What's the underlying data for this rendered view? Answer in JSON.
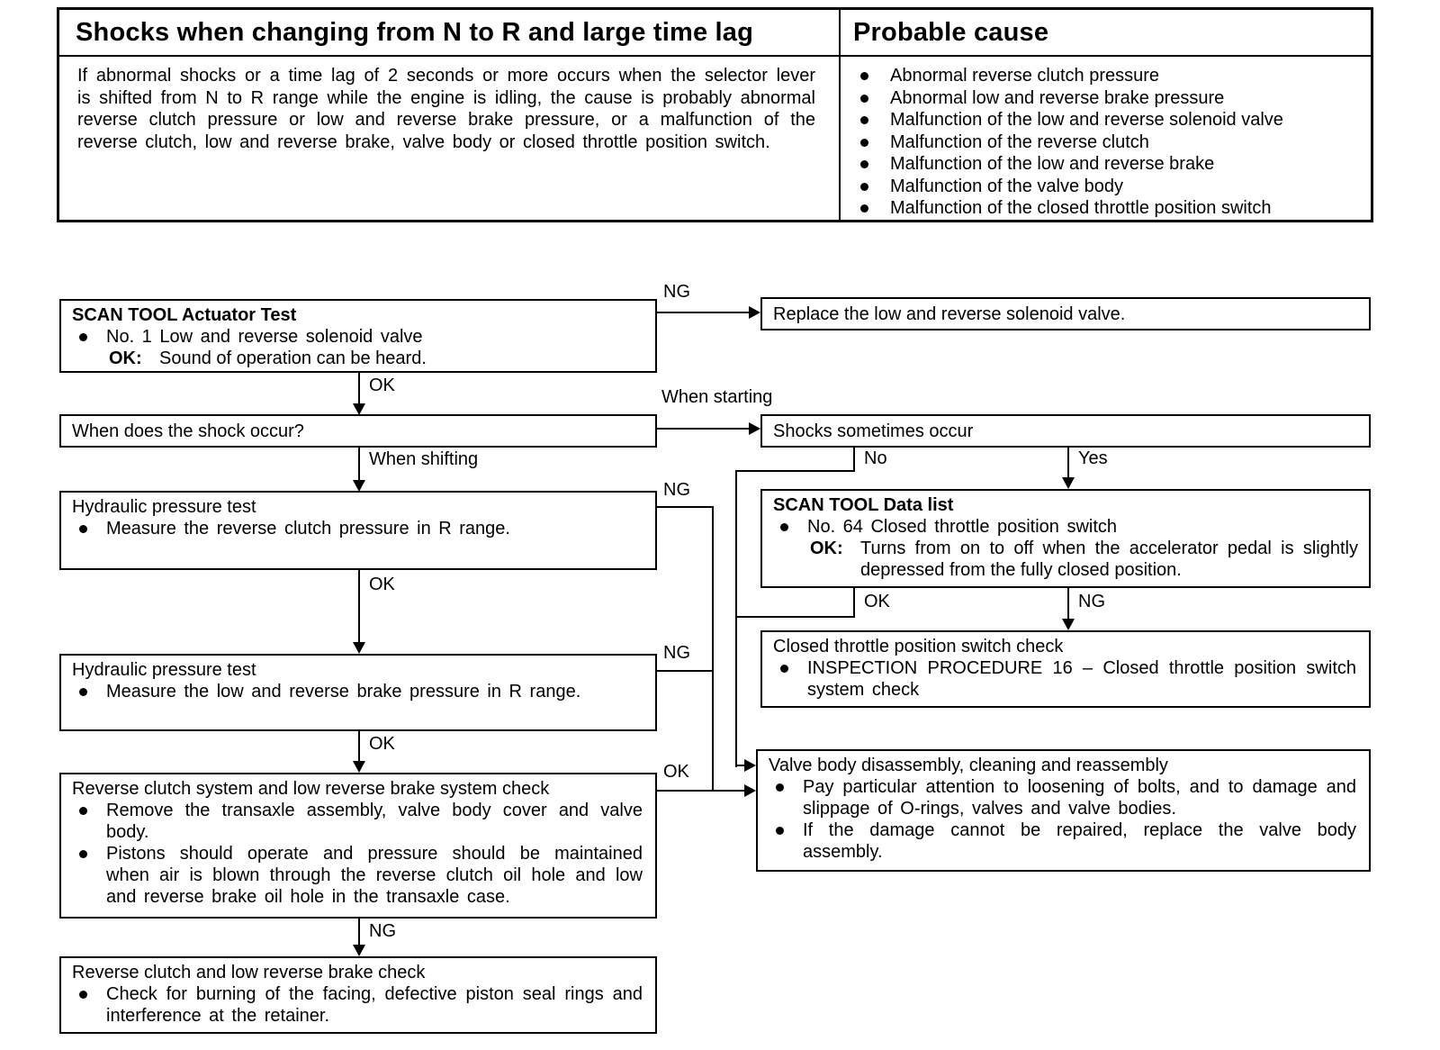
{
  "colors": {
    "ink": "#000000",
    "paper": "#ffffff"
  },
  "table": {
    "header_left": "Shocks when changing from N to R and large time lag",
    "header_right": "Probable cause",
    "description": "If abnormal shocks or a time lag of 2 seconds or more occurs when the selector lever is shifted from N to R range while the engine is idling, the cause is probably abnormal reverse clutch pressure or low and reverse brake pressure, or a malfunction of the reverse clutch, low and reverse brake, valve body or closed throttle position switch.",
    "causes": [
      "Abnormal reverse clutch pressure",
      "Abnormal low and reverse brake pressure",
      "Malfunction of the low and reverse solenoid valve",
      "Malfunction of the reverse clutch",
      "Malfunction of the low and reverse brake",
      "Malfunction of the valve body",
      "Malfunction of the closed throttle position switch"
    ]
  },
  "flow": {
    "actuator_test": {
      "title": "SCAN TOOL Actuator Test",
      "bullet": "No. 1 Low and reverse solenoid valve",
      "ok_label": "OK:",
      "ok_text": "Sound of operation can be heard."
    },
    "replace_solenoid": {
      "text": "Replace the low and reverse solenoid valve."
    },
    "shock_when": {
      "text": "When does the shock occur?"
    },
    "shocks_sometimes": {
      "text": "Shocks sometimes occur"
    },
    "hydraulic1": {
      "title": "Hydraulic pressure test",
      "bullet": "Measure the reverse clutch pressure in R range."
    },
    "hydraulic2": {
      "title": "Hydraulic pressure test",
      "bullet": "Measure the low and reverse brake pressure in R range."
    },
    "data_list": {
      "title": "SCAN TOOL Data list",
      "bullet": "No. 64 Closed throttle position switch",
      "ok_label": "OK:",
      "ok_text": "Turns from on to off when the accelerator pedal is slightly depressed from the fully closed position."
    },
    "ctps_check": {
      "title": "Closed throttle position switch check",
      "bullet": "INSPECTION PROCEDURE 16 – Closed throttle position switch system check"
    },
    "valve_body": {
      "title": "Valve body disassembly, cleaning and reassembly",
      "bullets": [
        "Pay particular attention to loosening of bolts, and to damage and slippage of O-rings, valves and valve bodies.",
        "If the damage cannot be repaired, replace the valve body assembly."
      ]
    },
    "system_check": {
      "title": "Reverse clutch system and low reverse brake system check",
      "bullets": [
        "Remove the transaxle assembly, valve body cover and valve body.",
        "Pistons should operate and pressure should be maintained when air is blown through the reverse clutch oil hole and low and reverse brake oil hole in the transaxle case."
      ]
    },
    "brake_check": {
      "title": "Reverse clutch and low reverse brake check",
      "bullet": "Check for burning of the facing, defective piston seal rings and interference at the retainer."
    }
  },
  "labels": {
    "ng_actuator": "NG",
    "ok_actuator": "OK",
    "when_starting": "When starting",
    "when_shifting": "When shifting",
    "no": "No",
    "yes": "Yes",
    "ng_hydraulic1": "NG",
    "ok_hydraulic1": "OK",
    "ok_data_list": "OK",
    "ng_data_list": "NG",
    "ng_hydraulic2": "NG",
    "ok_hydraulic2": "OK",
    "ok_system_check": "OK",
    "ng_system_check": "NG"
  }
}
